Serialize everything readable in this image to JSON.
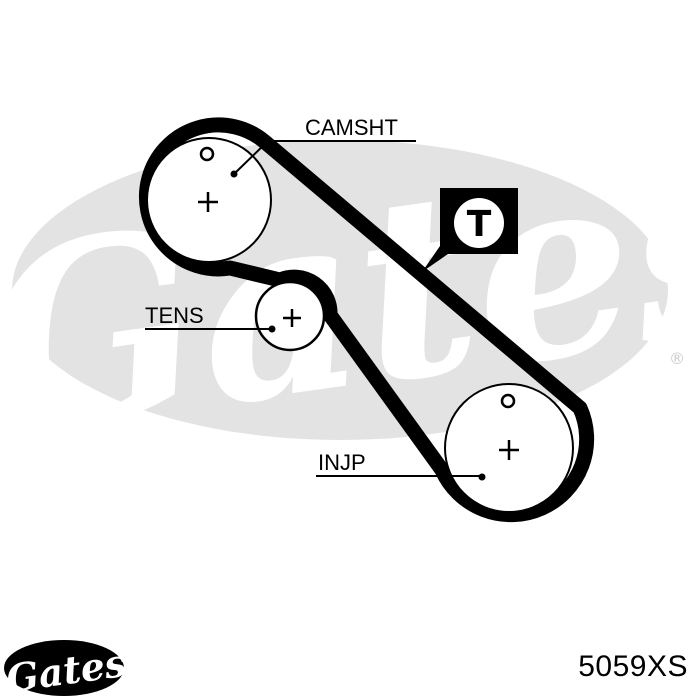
{
  "diagram": {
    "labels": {
      "camshaft": "CAMSHT",
      "tensioner": "TENS",
      "injection_pump": "INJP"
    },
    "tensioner_badge_letter": "T",
    "watermark_mark": "Gates",
    "registered_mark": "®"
  },
  "footer": {
    "brand_logo": "Gates",
    "part_number": "5059XS"
  },
  "colors": {
    "ink": "#000000",
    "watermark": "#e3e3e3"
  }
}
